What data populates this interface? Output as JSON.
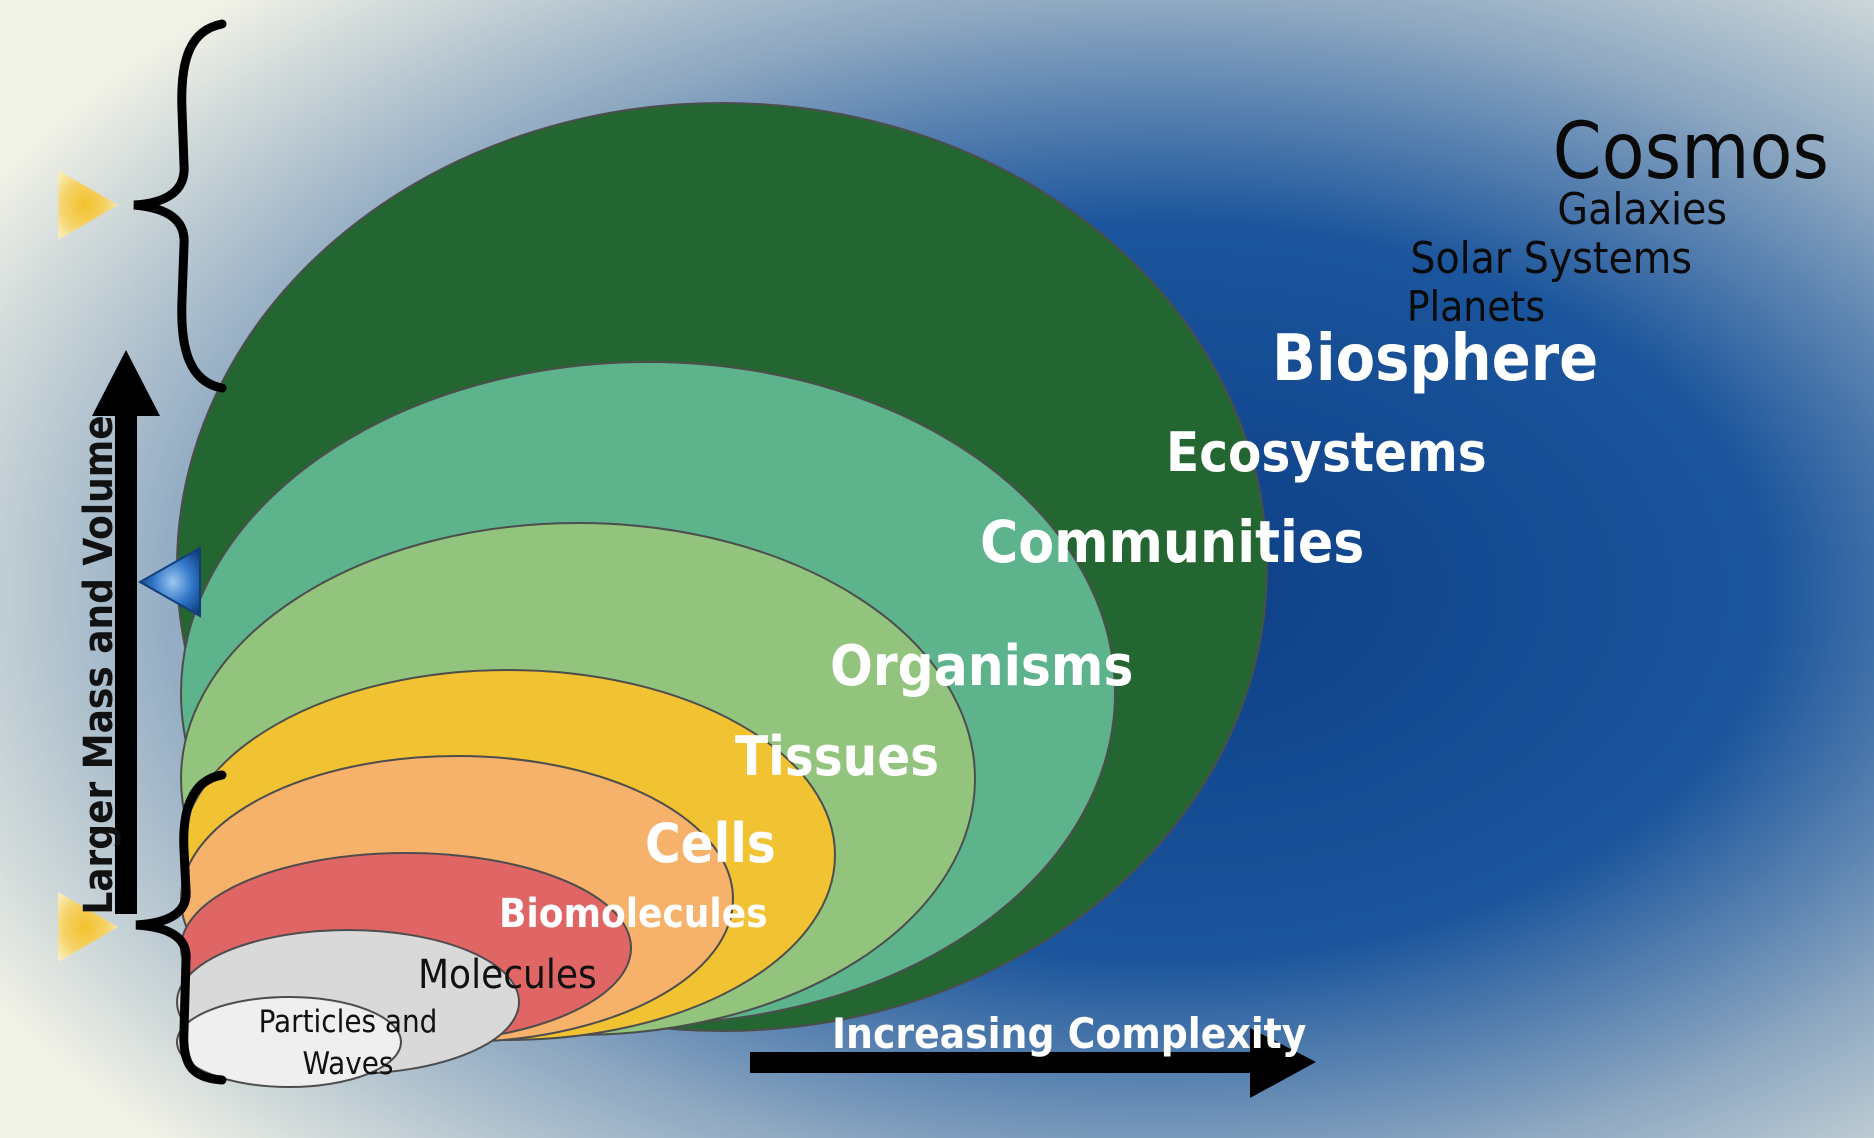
{
  "colors": {
    "background_center": "#174f94",
    "background_edge": "#f1f2e6",
    "biosphere": "#236632",
    "ecosystems": "#5db38b",
    "organisms": "#93c47d",
    "tissues": "#f1c232",
    "cells": "#f6b26b",
    "biomolecules": "#e06666",
    "molecules": "#d9d9d9",
    "particles": "#efefef",
    "outline": "#555555",
    "arrow": "#000000",
    "triangle_gold": "#f0c020",
    "triangle_blue": "#2a6fc9"
  },
  "levels": {
    "cosmos": "Cosmos",
    "galaxies": "Galaxies",
    "solar_systems": "Solar Systems",
    "planets": "Planets",
    "biosphere": "Biosphere",
    "ecosystems": "Ecosystems",
    "communities": "Communities",
    "organisms": "Organisms",
    "tissues": "Tissues",
    "cells": "Cells",
    "biomolecules": "Biomolecules",
    "molecules": "Molecules",
    "particles_line1": "Particles and",
    "particles_line2": "Waves"
  },
  "axes": {
    "vertical": "Larger Mass and Volume",
    "horizontal": "Increasing Complexity"
  },
  "icons": {
    "brace_top": "curly-brace-icon",
    "brace_bottom": "curly-brace-icon",
    "triangle_top": "triangle-right-icon",
    "triangle_middle": "triangle-left-icon",
    "triangle_bottom": "triangle-right-icon",
    "arrow_up": "arrow-up-icon",
    "arrow_right": "arrow-right-icon"
  }
}
